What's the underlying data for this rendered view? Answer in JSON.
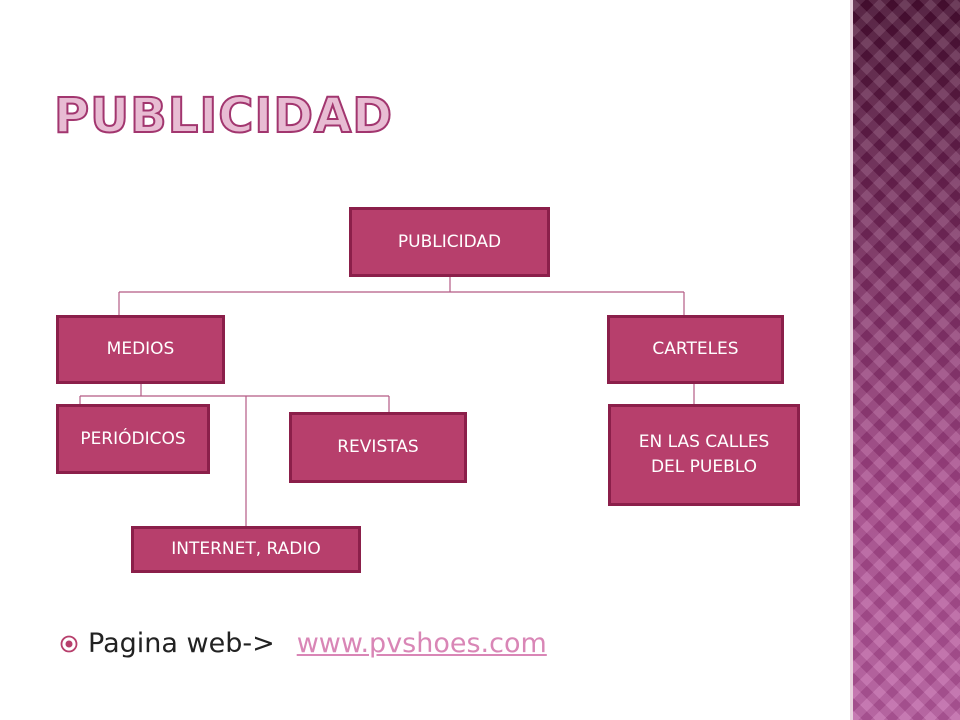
{
  "slide": {
    "title": "PUBLICIDAD",
    "accent_color": "#b73f6c",
    "title_color": "#a2366f"
  },
  "chart": {
    "root": "PUBLICIDAD",
    "medios": "MEDIOS",
    "carteles": "CARTELES",
    "periodicos": "PERIÓDICOS",
    "revistas": "REVISTAS",
    "internet_radio": "INTERNET, RADIO",
    "calles": "EN LAS CALLES\nDEL PUEBLO"
  },
  "bullet": {
    "icon": "target-bullet-icon",
    "text": "Pagina web->",
    "link": "www.pvshoes.com"
  }
}
